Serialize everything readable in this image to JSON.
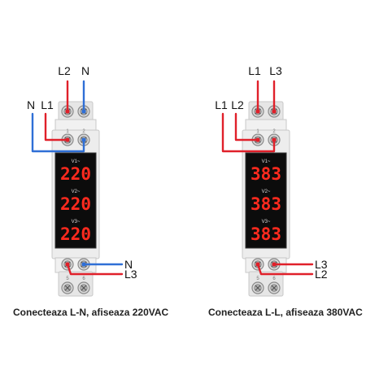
{
  "colors": {
    "red_wire": "#e0202a",
    "blue_wire": "#2f6fd6",
    "display_bg": "#0c0c0c",
    "digit_red": "#ff2a1e",
    "housing": "#ededed",
    "housing_edge": "#c8c8c8",
    "label_text": "#111111"
  },
  "icons": [
    "screw-terminal-icon"
  ],
  "meters": [
    {
      "id": "ln",
      "top_wires": [
        "L2",
        "N"
      ],
      "side_wires": [
        "N",
        "L1"
      ],
      "bottom_wires": [
        "N",
        "L3"
      ],
      "terminal_numbers": [
        "1",
        "2"
      ],
      "bottom_terminal_numbers": [
        "5",
        "6"
      ],
      "readings": [
        {
          "label": "V1~",
          "value": "220"
        },
        {
          "label": "V2~",
          "value": "220"
        },
        {
          "label": "V3~",
          "value": "220"
        }
      ],
      "caption": "Conecteaza L-N, afiseaza 220VAC"
    },
    {
      "id": "ll",
      "top_wires": [
        "L1",
        "L3"
      ],
      "side_wires": [
        "L1",
        "L2"
      ],
      "bottom_wires": [
        "L3",
        "L2"
      ],
      "terminal_numbers": [
        "1",
        "2"
      ],
      "bottom_terminal_numbers": [
        "5",
        "6"
      ],
      "readings": [
        {
          "label": "V1~",
          "value": "383"
        },
        {
          "label": "V2~",
          "value": "383"
        },
        {
          "label": "V3~",
          "value": "383"
        }
      ],
      "caption": "Conecteaza L-L, afiseaza 380VAC"
    }
  ]
}
